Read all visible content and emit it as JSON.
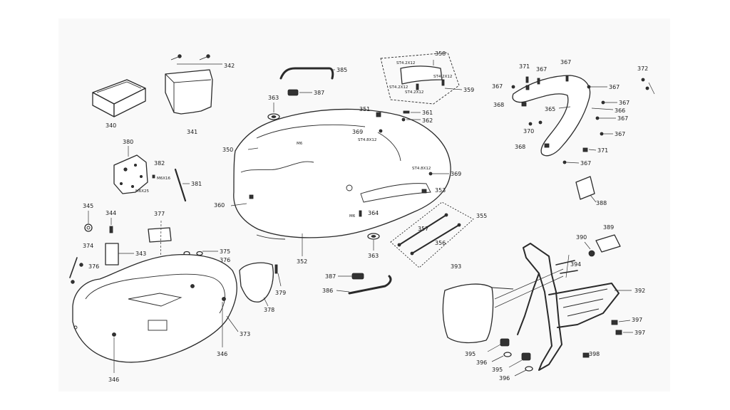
{
  "callouts": [
    {
      "id": "p340",
      "text": "340"
    },
    {
      "id": "p341",
      "text": "341"
    },
    {
      "id": "p342",
      "text": "342"
    },
    {
      "id": "p380",
      "text": "380"
    },
    {
      "id": "p382",
      "text": "382"
    },
    {
      "id": "p381",
      "text": "381"
    },
    {
      "id": "p345",
      "text": "345"
    },
    {
      "id": "p344",
      "text": "344"
    },
    {
      "id": "p377",
      "text": "377"
    },
    {
      "id": "p374",
      "text": "374"
    },
    {
      "id": "p376a",
      "text": "376"
    },
    {
      "id": "p343",
      "text": "343"
    },
    {
      "id": "p375",
      "text": "375"
    },
    {
      "id": "p376b",
      "text": "376"
    },
    {
      "id": "p373",
      "text": "373"
    },
    {
      "id": "p346a",
      "text": "346"
    },
    {
      "id": "p346b",
      "text": "346"
    },
    {
      "id": "p379",
      "text": "379"
    },
    {
      "id": "p378",
      "text": "378"
    },
    {
      "id": "p385",
      "text": "385"
    },
    {
      "id": "p363a",
      "text": "363"
    },
    {
      "id": "p387a",
      "text": "387"
    },
    {
      "id": "p350",
      "text": "350"
    },
    {
      "id": "p360",
      "text": "360"
    },
    {
      "id": "p352",
      "text": "352"
    },
    {
      "id": "p351",
      "text": "351"
    },
    {
      "id": "p361",
      "text": "361"
    },
    {
      "id": "p362",
      "text": "362"
    },
    {
      "id": "p369a",
      "text": "369"
    },
    {
      "id": "p369b",
      "text": "369"
    },
    {
      "id": "p353",
      "text": "353"
    },
    {
      "id": "p364",
      "text": "364"
    },
    {
      "id": "p363b",
      "text": "363"
    },
    {
      "id": "p355",
      "text": "355"
    },
    {
      "id": "p357",
      "text": "357"
    },
    {
      "id": "p356",
      "text": "356"
    },
    {
      "id": "p387b",
      "text": "387"
    },
    {
      "id": "p386",
      "text": "386"
    },
    {
      "id": "p358",
      "text": "358"
    },
    {
      "id": "p359",
      "text": "359"
    },
    {
      "id": "p371a",
      "text": "371"
    },
    {
      "id": "p367a",
      "text": "367"
    },
    {
      "id": "p367b",
      "text": "367"
    },
    {
      "id": "p367c",
      "text": "367"
    },
    {
      "id": "p367d",
      "text": "367"
    },
    {
      "id": "p367e",
      "text": "367"
    },
    {
      "id": "p367f",
      "text": "367"
    },
    {
      "id": "p367g",
      "text": "367"
    },
    {
      "id": "p367h",
      "text": "367"
    },
    {
      "id": "p372",
      "text": "372"
    },
    {
      "id": "p368a",
      "text": "368"
    },
    {
      "id": "p365",
      "text": "365"
    },
    {
      "id": "p366",
      "text": "366"
    },
    {
      "id": "p370",
      "text": "370"
    },
    {
      "id": "p368b",
      "text": "368"
    },
    {
      "id": "p371b",
      "text": "371"
    },
    {
      "id": "p388",
      "text": "388"
    },
    {
      "id": "p389",
      "text": "389"
    },
    {
      "id": "p390",
      "text": "390"
    },
    {
      "id": "p394",
      "text": "394"
    },
    {
      "id": "p393",
      "text": "393"
    },
    {
      "id": "p392",
      "text": "392"
    },
    {
      "id": "p397a",
      "text": "397"
    },
    {
      "id": "p397b",
      "text": "397"
    },
    {
      "id": "p398",
      "text": "398"
    },
    {
      "id": "p395a",
      "text": "395"
    },
    {
      "id": "p396a",
      "text": "396"
    },
    {
      "id": "p395b",
      "text": "395"
    },
    {
      "id": "p396b",
      "text": "396"
    }
  ],
  "specs": {
    "st42x12_a": "ST4.2X12",
    "st42x12_b": "ST4.2X12",
    "st42x12_c": "ST4.2X12",
    "st42x12_d": "ST4.2X12",
    "st48x12_a": "ST4.8X12",
    "st48x12_b": "ST4.8X12",
    "m6_a": "M6",
    "m6_b": "M6",
    "m6x16": "M6X16",
    "m6x25": "M6X25"
  }
}
